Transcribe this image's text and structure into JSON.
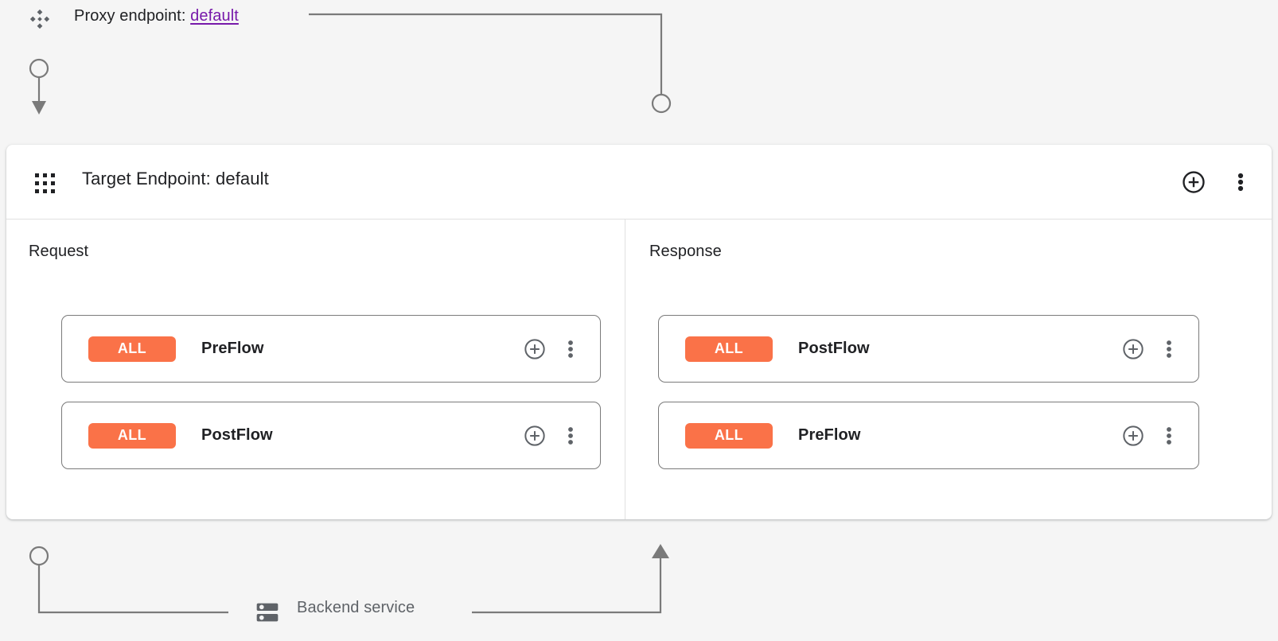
{
  "proxy": {
    "icon": "diamond-cluster-icon",
    "label_prefix": "Proxy endpoint:",
    "endpoint_name": "default",
    "link_color": "#7719aa"
  },
  "target_endpoint": {
    "icon": "grid-dots-icon",
    "title": "Target Endpoint: default",
    "actions": {
      "add": "add-circle-icon",
      "more": "more-vertical-icon"
    }
  },
  "lanes": [
    {
      "id": "request",
      "title": "Request",
      "direction": "down",
      "rows": [
        {
          "badge": "ALL",
          "name": "PreFlow",
          "add": "add-circle-icon",
          "more": "more-vertical-icon"
        },
        {
          "badge": "ALL",
          "name": "PostFlow",
          "add": "add-circle-icon",
          "more": "more-vertical-icon"
        }
      ]
    },
    {
      "id": "response",
      "title": "Response",
      "direction": "up",
      "rows": [
        {
          "badge": "ALL",
          "name": "PostFlow",
          "add": "add-circle-icon",
          "more": "more-vertical-icon"
        },
        {
          "badge": "ALL",
          "name": "PreFlow",
          "add": "add-circle-icon",
          "more": "more-vertical-icon"
        }
      ]
    }
  ],
  "backend": {
    "icon": "server-rack-icon",
    "label": "Backend service"
  },
  "colors": {
    "badge_orange": "#fa7248",
    "wire_gray": "#7a7a7a",
    "divider_gray": "#e0e0e0",
    "canvas_gray": "#f5f5f5",
    "card_white": "#ffffff",
    "text_primary": "#202124",
    "text_secondary": "#5f6368"
  }
}
